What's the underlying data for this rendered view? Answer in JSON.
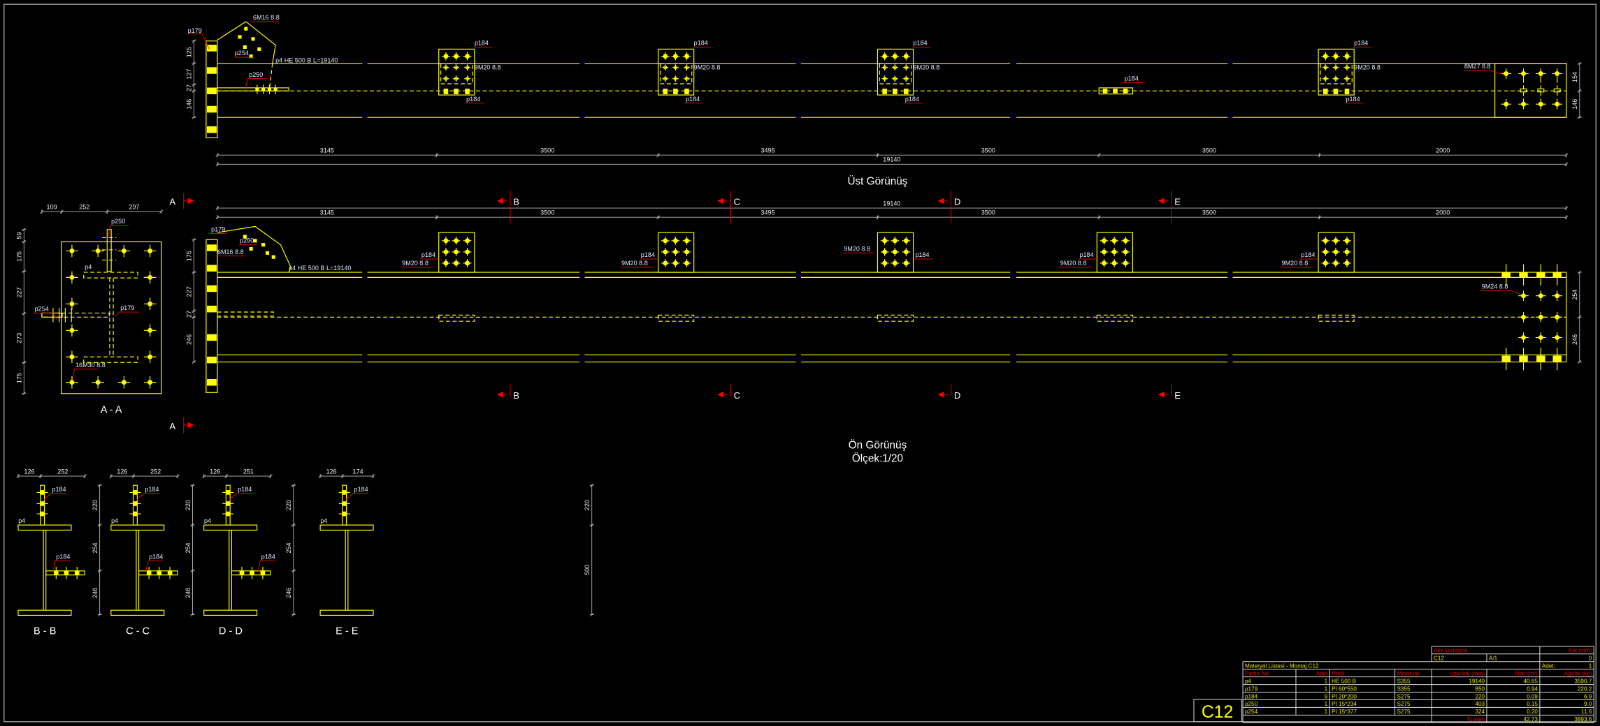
{
  "top_view": {
    "title": "Üst Görünüş",
    "beam_label": "p4  HE 500 B  L=19140",
    "labels": {
      "p179": "p179",
      "p254": "p254",
      "p250": "p250",
      "gusset_bolts": "6M16 8.8"
    },
    "stiffener_label": "p184",
    "stiffener_bolts": "9M20 8.8",
    "end_bolts": "8M27 8.8",
    "dims": [
      "3145",
      "3500",
      "3495",
      "3500",
      "3500",
      "2000"
    ],
    "total": "19140",
    "left_dims": [
      "125",
      "127",
      "27",
      "146"
    ],
    "right_dims": [
      "154",
      "146"
    ]
  },
  "front_view": {
    "title": "Ön Görünüş",
    "scale": "Ölçek:1/20",
    "beam_label": "p4  HE 500 B  L=19140",
    "labels": {
      "p179": "p179",
      "p250": "p250",
      "gusset_bolts": "6M16 8.8"
    },
    "stiffener_label": "p184",
    "stiffener_bolts": "9M20 8.8",
    "end_bolts": "9M24 8.8",
    "dims": [
      "3145",
      "3500",
      "3495",
      "3500",
      "3500",
      "2000"
    ],
    "total": "19140",
    "left_dims": [
      "175",
      "227",
      "27",
      "246"
    ],
    "right_dims": [
      "254",
      "246"
    ]
  },
  "section_markers": [
    "A",
    "B",
    "C",
    "D",
    "E"
  ],
  "section_aa": {
    "title": "A - A",
    "dims": [
      "109",
      "252",
      "297"
    ],
    "vdims": [
      "59",
      "175",
      "227",
      "273",
      "175"
    ],
    "labels": {
      "p250": "p250",
      "p4": "p4",
      "p254": "p254",
      "p179": "p179",
      "bolts": "16M30 8.8"
    }
  },
  "sections": [
    {
      "title": "B - B",
      "dims": [
        "126",
        "252"
      ],
      "vdims": [
        "220",
        "254",
        "246"
      ],
      "p4": "p4",
      "p184": "p184"
    },
    {
      "title": "C - C",
      "dims": [
        "126",
        "252"
      ],
      "vdims": [
        "220",
        "254",
        "246"
      ],
      "p4": "p4",
      "p184": "p184"
    },
    {
      "title": "D - D",
      "dims": [
        "126",
        "251"
      ],
      "vdims": [
        "220",
        "254",
        "246"
      ],
      "p4": "p4",
      "p184": "p184"
    },
    {
      "title": "E - E",
      "dims": [
        "126",
        "174"
      ],
      "vdims": [
        "220",
        "500"
      ],
      "p4": "p4",
      "p184": "p184"
    }
  ],
  "assembly_mark": "C12",
  "material_table": {
    "aks_header": "Aks Yerleşimi",
    "kot_header": "Kot (mm)",
    "aks_values": [
      "C12",
      "A/1"
    ],
    "kot_value": "0",
    "title": "Materyal Listesi - Montaj C12",
    "adet_label": "Adet:",
    "adet_value": "1",
    "headers": [
      "Parça Adı",
      "Adet",
      "Profil",
      "Materyal",
      "Uzunluk (mm)",
      "Alan (m²)",
      "Ağırlık (kg)"
    ],
    "rows": [
      [
        "p4",
        "1",
        "HE 500 B",
        "S355",
        "19140",
        "40.65",
        "3590.7"
      ],
      [
        "p179",
        "1",
        "PI 60*550",
        "S355",
        "850",
        "0.94",
        "220.2"
      ],
      [
        "p184",
        "9",
        "PI 20*200",
        "S275",
        "220",
        "0.09",
        "6.9"
      ],
      [
        "p250",
        "1",
        "PI 15*234",
        "S275",
        "403",
        "0.15",
        "9.0"
      ],
      [
        "p254",
        "1",
        "PI 15*377",
        "S275",
        "324",
        "0.20",
        "11.6"
      ]
    ],
    "total_label": "Toplam",
    "total_area": "42.73",
    "total_weight": "3893.6"
  }
}
